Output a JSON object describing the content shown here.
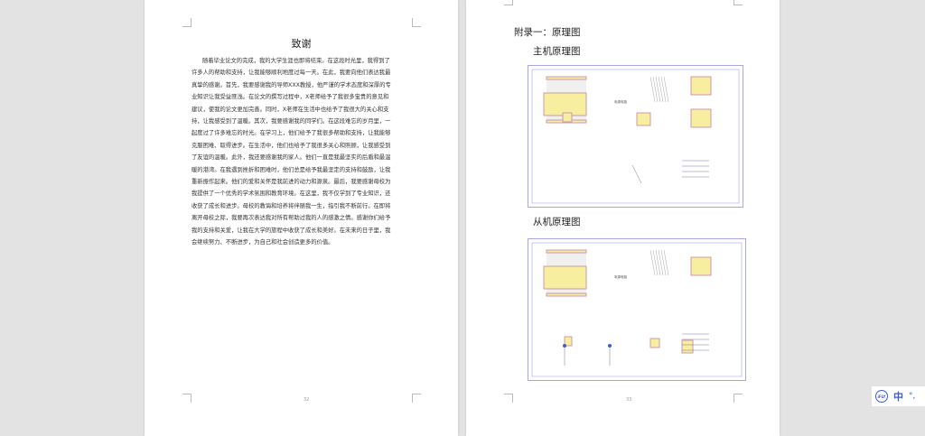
{
  "left_page": {
    "title": "致谢",
    "lines": [
      "随着毕业论文的完成，我的大学生涯也即将结束。在这段时光里，我得到了",
      "许多人的帮助和支持，让我能够顺利地度过每一天。在此，我要向他们表达我最",
      "真挚的感谢。首先，我要感谢我的导师XXX教授，他严谨的学术态度和深厚的专",
      "业知识让我受益匪浅。在论文的撰写过程中，X老师给予了我很多宝贵的意见和",
      "建议，使我的论文更加完善。同时，X老师在生活中也给予了我很大的关心和支",
      "持，让我感受到了温暖。其次，我要感谢我的同学们。在这段难忘的岁月里，一",
      "起度过了许多难忘的时光。在学习上，他们给予了我很多帮助和支持，让我能够",
      "克服困难、取得进步。在生活中，他们也给予了我很多关心和照顾，让我感受到",
      "了友谊的温暖。此外，我还要感谢我的家人。他们一直是我最坚实的后盾和最温",
      "暖的港湾。在我遇到挫折和困难时，他们总是给予我最坚定的支持和鼓励，让我",
      "重新振作起来。他们的爱和关怀是我前进的动力和源泉。最后，我要感谢母校为",
      "我提供了一个优秀的学术氛围和教育环境。在这里，我不仅学到了专业知识，还",
      "收获了成长和进步。母校的教诲和培养将伴随我一生，指引我不断前行。在即将",
      "离开母校之际，我要再次表达我对所有帮助过我的人的感激之情。感谢你们给予",
      "我的支持和关爱，让我在大学的旅程中收获了成长和美好。在未来的日子里，我",
      "会继续努力、不断进步，为自己和社会创造更多的价值。"
    ],
    "page_number": "32"
  },
  "right_page": {
    "heading": "附录一：原理图",
    "master_heading": "主机原理图",
    "slave_heading": "从机原理图",
    "schematic_label": "电源电路",
    "page_number": "33"
  },
  "ime": {
    "mode": "中",
    "logo": "iFLY"
  },
  "colors": {
    "accent": "#3b5bdb",
    "chip": "#f7eea0",
    "frame": "#a8a8e0"
  }
}
